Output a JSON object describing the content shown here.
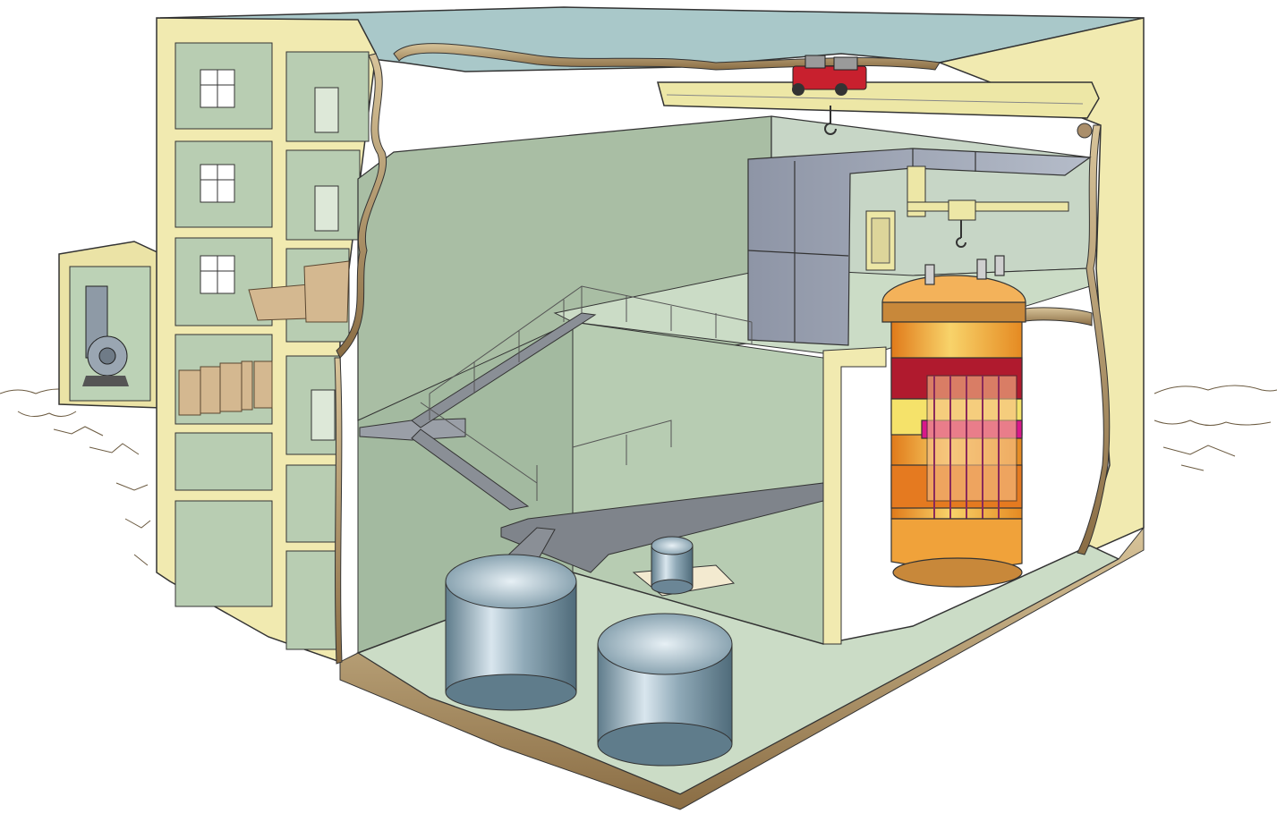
{
  "diagram": {
    "kind": "cutaway-illustration",
    "components": [
      {
        "name": "outbuilding-with-ventilation-fan"
      },
      {
        "name": "multi-storey-office-block"
      },
      {
        "name": "overhead-bridge-crane"
      },
      {
        "name": "crane-trolley"
      },
      {
        "name": "hot-cell-shielding-blocks"
      },
      {
        "name": "control-cabinet"
      },
      {
        "name": "jib-crane"
      },
      {
        "name": "reactor-vessel-with-core"
      },
      {
        "name": "steel-staircase-with-railing"
      },
      {
        "name": "storage-tank-large-left"
      },
      {
        "name": "storage-tank-large-right"
      },
      {
        "name": "storage-tank-small"
      }
    ]
  },
  "colors": {
    "background": "#ffffff",
    "ceiling_sky": "#a9c8c9",
    "inner_wall": "#a9bea4",
    "back_wall": "#c7d9c3",
    "floor": "#cbdcc6",
    "concrete_cream": "#f1eab0",
    "cut_edge_bronze": "#a88b5e",
    "crane_beam": "#ede7a6",
    "crane_trolley": "#c8202e",
    "shielding_blocks": "#9fa6b6",
    "tank_steel": "#7f9aa9",
    "reactor_orange": "#f0a23a",
    "reactor_magenta": "#d9188a",
    "reactor_yellow": "#f5e26a",
    "crate_tan": "#d4b890"
  }
}
